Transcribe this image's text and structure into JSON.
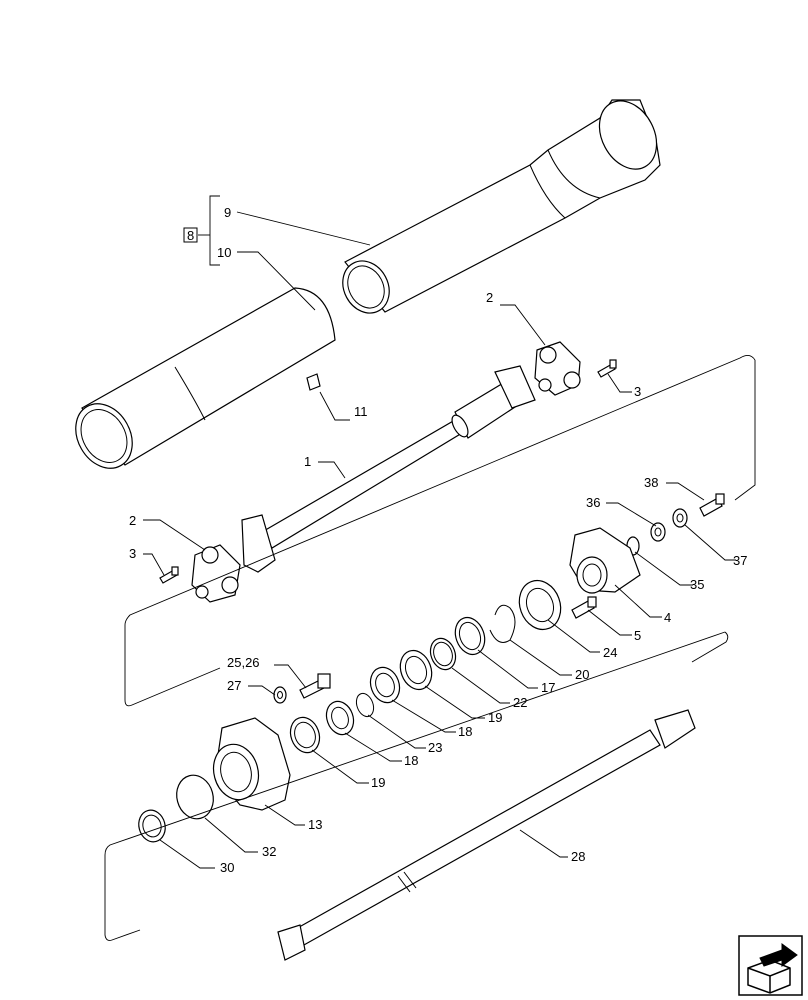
{
  "callouts": {
    "c9": "9",
    "c8": "8",
    "c10": "10",
    "c11": "11",
    "c2_top": "2",
    "c3_top": "3",
    "c1": "1",
    "c2_left": "2",
    "c3_left": "3",
    "c38": "38",
    "c36": "36",
    "c37": "37",
    "c35": "35",
    "c4": "4",
    "c5": "5",
    "c24": "24",
    "c20": "20",
    "c17": "17",
    "c22": "22",
    "c19_mid": "19",
    "c18_mid": "18",
    "c23": "23",
    "c18_low": "18",
    "c19_low": "19",
    "c25_26": "25,26",
    "c27": "27",
    "c13": "13",
    "c32": "32",
    "c30": "30",
    "c28": "28"
  },
  "icons": {
    "nav": "next-page-arrow-icon"
  }
}
